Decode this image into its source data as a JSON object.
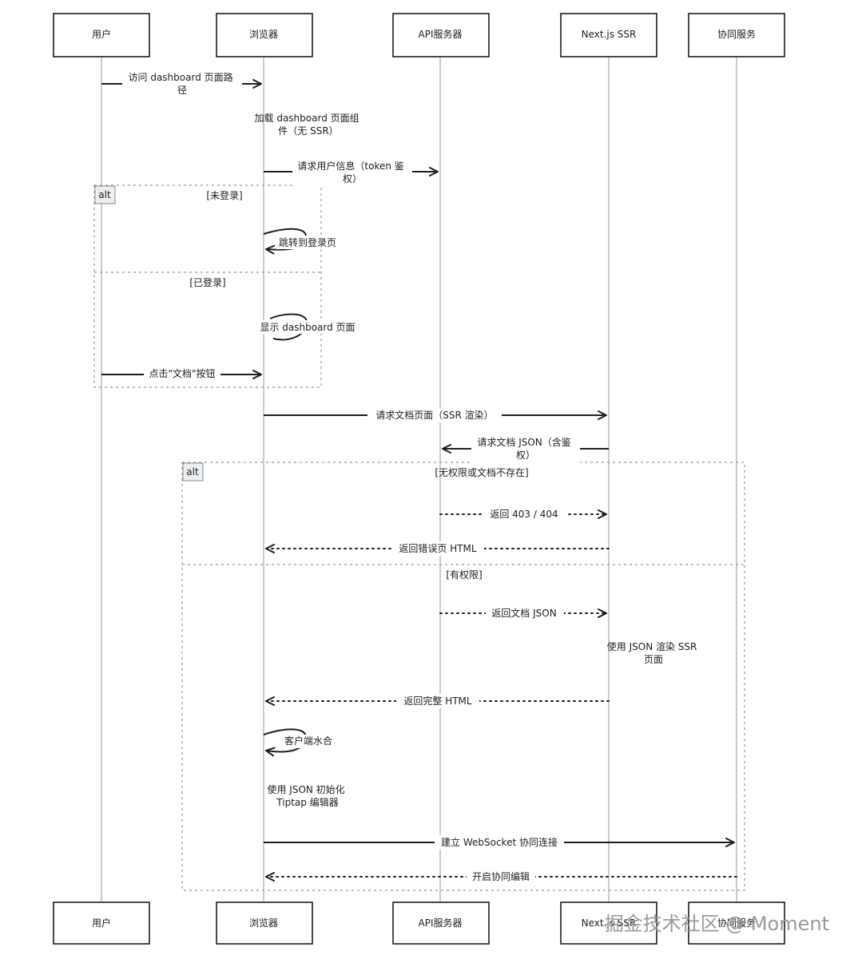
{
  "participants": [
    "用户",
    "浏览器",
    "API服务器",
    "Next.js SSR",
    "协同服务"
  ],
  "messages": [
    {
      "lines": [
        "访问 dashboard 页面路",
        "径"
      ]
    },
    {
      "lines": [
        "加载 dashboard 页面组",
        "件（无 SSR）"
      ]
    },
    {
      "lines": [
        "请求用户信息（token 鉴",
        "权）"
      ]
    },
    {
      "lines": [
        "跳转到登录页"
      ]
    },
    {
      "lines": [
        "显示 dashboard 页面"
      ]
    },
    {
      "lines": [
        "点击\"文档\"按钮"
      ]
    },
    {
      "lines": [
        "请求文档页面（SSR 渲染）"
      ]
    },
    {
      "lines": [
        "请求文档 JSON（含鉴",
        "权）"
      ]
    },
    {
      "lines": [
        "返回 403 / 404"
      ]
    },
    {
      "lines": [
        "返回错误页 HTML"
      ]
    },
    {
      "lines": [
        "返回文档 JSON"
      ]
    },
    {
      "lines": [
        "使用 JSON 渲染 SSR",
        "页面"
      ]
    },
    {
      "lines": [
        "返回完整 HTML"
      ]
    },
    {
      "lines": [
        "客户端水合"
      ]
    },
    {
      "lines": [
        "使用 JSON 初始化",
        "Tiptap 编辑器"
      ]
    },
    {
      "lines": [
        "建立 WebSocket 协同连接"
      ]
    },
    {
      "lines": [
        "开启协同编辑"
      ]
    }
  ],
  "fragments": [
    {
      "tag": "alt",
      "guards": [
        "[未登录]",
        "[已登录]"
      ]
    },
    {
      "tag": "alt",
      "guards": [
        "[无权限或文档不存在]",
        "[有权限]"
      ]
    }
  ],
  "watermark": "掘金技术社区 @ Moment"
}
